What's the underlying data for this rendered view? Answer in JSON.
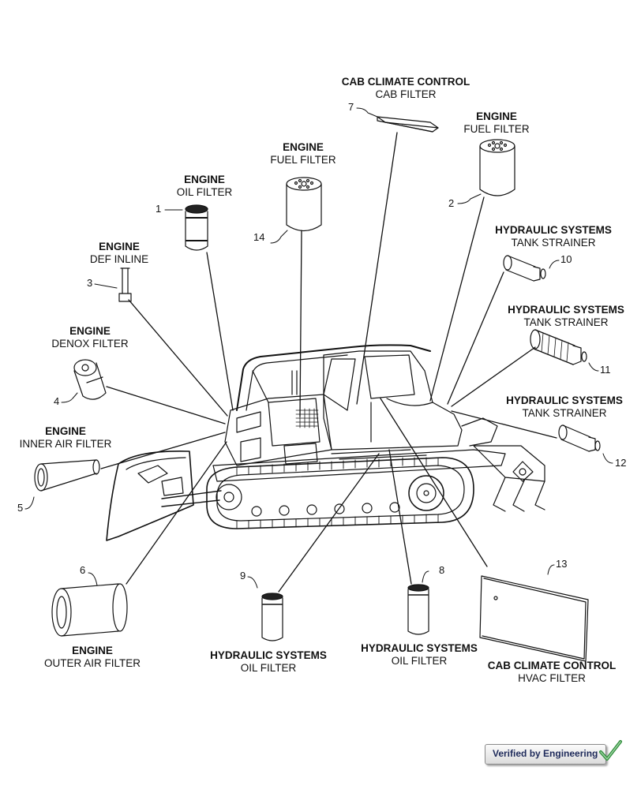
{
  "callouts": [
    {
      "id": "l-cab-climate-top",
      "title": "CAB CLIMATE CONTROL",
      "sub": "CAB FILTER"
    },
    {
      "id": "l-fuel-right",
      "title": "ENGINE",
      "sub": "FUEL FILTER"
    },
    {
      "id": "l-fuel-center",
      "title": "ENGINE",
      "sub": "FUEL FILTER"
    },
    {
      "id": "l-oil",
      "title": "ENGINE",
      "sub": "OIL FILTER"
    },
    {
      "id": "l-def",
      "title": "ENGINE",
      "sub": "DEF INLINE"
    },
    {
      "id": "l-hyd-10",
      "title": "HYDRAULIC SYSTEMS",
      "sub": "TANK STRAINER"
    },
    {
      "id": "l-hyd-11",
      "title": "HYDRAULIC SYSTEMS",
      "sub": "TANK STRAINER"
    },
    {
      "id": "l-denox",
      "title": "ENGINE",
      "sub": "DENOX FILTER"
    },
    {
      "id": "l-hyd-12",
      "title": "HYDRAULIC SYSTEMS",
      "sub": "TANK STRAINER"
    },
    {
      "id": "l-inner-air",
      "title": "ENGINE",
      "sub": "INNER AIR FILTER"
    },
    {
      "id": "l-outer-air",
      "title": "ENGINE",
      "sub": "OUTER AIR FILTER"
    },
    {
      "id": "l-hyd-oil-9",
      "title": "HYDRAULIC SYSTEMS",
      "sub": "OIL FILTER"
    },
    {
      "id": "l-hyd-oil-8",
      "title": "HYDRAULIC SYSTEMS",
      "sub": "OIL FILTER"
    },
    {
      "id": "l-hvac",
      "title": "CAB CLIMATE CONTROL",
      "sub": "HVAC FILTER"
    }
  ],
  "part_numbers": [
    "1",
    "2",
    "3",
    "4",
    "5",
    "6",
    "7",
    "8",
    "9",
    "10",
    "11",
    "12",
    "13",
    "14"
  ],
  "badge": {
    "text": "Verified by Engineering",
    "icon": "checkmark-icon"
  }
}
